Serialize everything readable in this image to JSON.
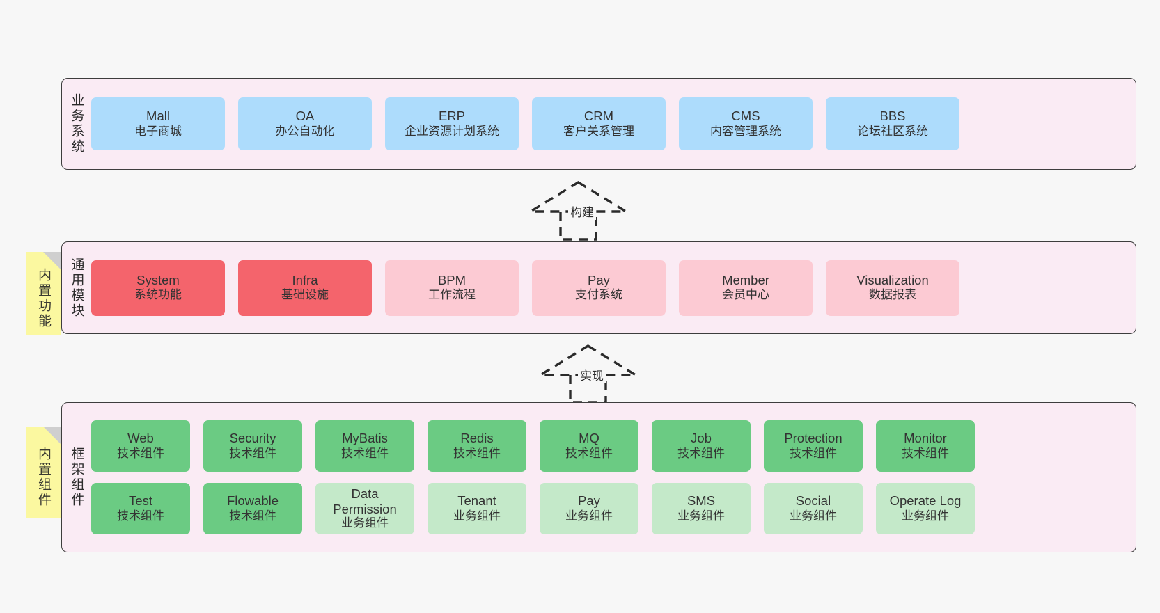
{
  "diagram": {
    "background_color": "#f7f7f7",
    "panel_fill": "#faebf4",
    "panel_border": "#3d3d3d",
    "note_color": "#fbf8a0",
    "colors": {
      "business_system": "#addcfc",
      "module_core": "#f4646c",
      "module_optional": "#fccad3",
      "tech_component": "#6bcb83",
      "business_component": "#c4e9c9"
    }
  },
  "sections": {
    "business": {
      "title": "业务系统",
      "cards": [
        {
          "en": "Mall",
          "cn": "电子商城",
          "color": "blue"
        },
        {
          "en": "OA",
          "cn": "办公自动化",
          "color": "blue"
        },
        {
          "en": "ERP",
          "cn": "企业资源计划系统",
          "color": "blue"
        },
        {
          "en": "CRM",
          "cn": "客户关系管理",
          "color": "blue"
        },
        {
          "en": "CMS",
          "cn": "内容管理系统",
          "color": "blue"
        },
        {
          "en": "BBS",
          "cn": "论坛社区系统",
          "color": "blue"
        }
      ]
    },
    "common": {
      "title": "通用模块",
      "note": "内置功能",
      "cards": [
        {
          "en": "System",
          "cn": "系统功能",
          "color": "red"
        },
        {
          "en": "Infra",
          "cn": "基础设施",
          "color": "red"
        },
        {
          "en": "BPM",
          "cn": "工作流程",
          "color": "pink"
        },
        {
          "en": "Pay",
          "cn": "支付系统",
          "color": "pink"
        },
        {
          "en": "Member",
          "cn": "会员中心",
          "color": "pink"
        },
        {
          "en": "Visualization",
          "cn": "数据报表",
          "color": "pink"
        }
      ]
    },
    "framework": {
      "title": "框架组件",
      "note": "内置组件",
      "row1": [
        {
          "en": "Web",
          "cn": "技术组件",
          "color": "green"
        },
        {
          "en": "Security",
          "cn": "技术组件",
          "color": "green"
        },
        {
          "en": "MyBatis",
          "cn": "技术组件",
          "color": "green"
        },
        {
          "en": "Redis",
          "cn": "技术组件",
          "color": "green"
        },
        {
          "en": "MQ",
          "cn": "技术组件",
          "color": "green"
        },
        {
          "en": "Job",
          "cn": "技术组件",
          "color": "green"
        },
        {
          "en": "Protection",
          "cn": "技术组件",
          "color": "green"
        },
        {
          "en": "Monitor",
          "cn": "技术组件",
          "color": "green"
        }
      ],
      "row2": [
        {
          "en": "Test",
          "cn": "技术组件",
          "color": "green"
        },
        {
          "en": "Flowable",
          "cn": "技术组件",
          "color": "green"
        },
        {
          "en": "Data Permission",
          "cn": "业务组件",
          "color": "lgreen",
          "wrap": true
        },
        {
          "en": "Tenant",
          "cn": "业务组件",
          "color": "lgreen"
        },
        {
          "en": "Pay",
          "cn": "业务组件",
          "color": "lgreen"
        },
        {
          "en": "SMS",
          "cn": "业务组件",
          "color": "lgreen"
        },
        {
          "en": "Social",
          "cn": "业务组件",
          "color": "lgreen"
        },
        {
          "en": "Operate Log",
          "cn": "业务组件",
          "color": "lgreen"
        }
      ]
    }
  },
  "connectors": [
    {
      "label": "构建",
      "from": "common",
      "to": "business"
    },
    {
      "label": "实现",
      "from": "framework",
      "to": "common"
    }
  ]
}
